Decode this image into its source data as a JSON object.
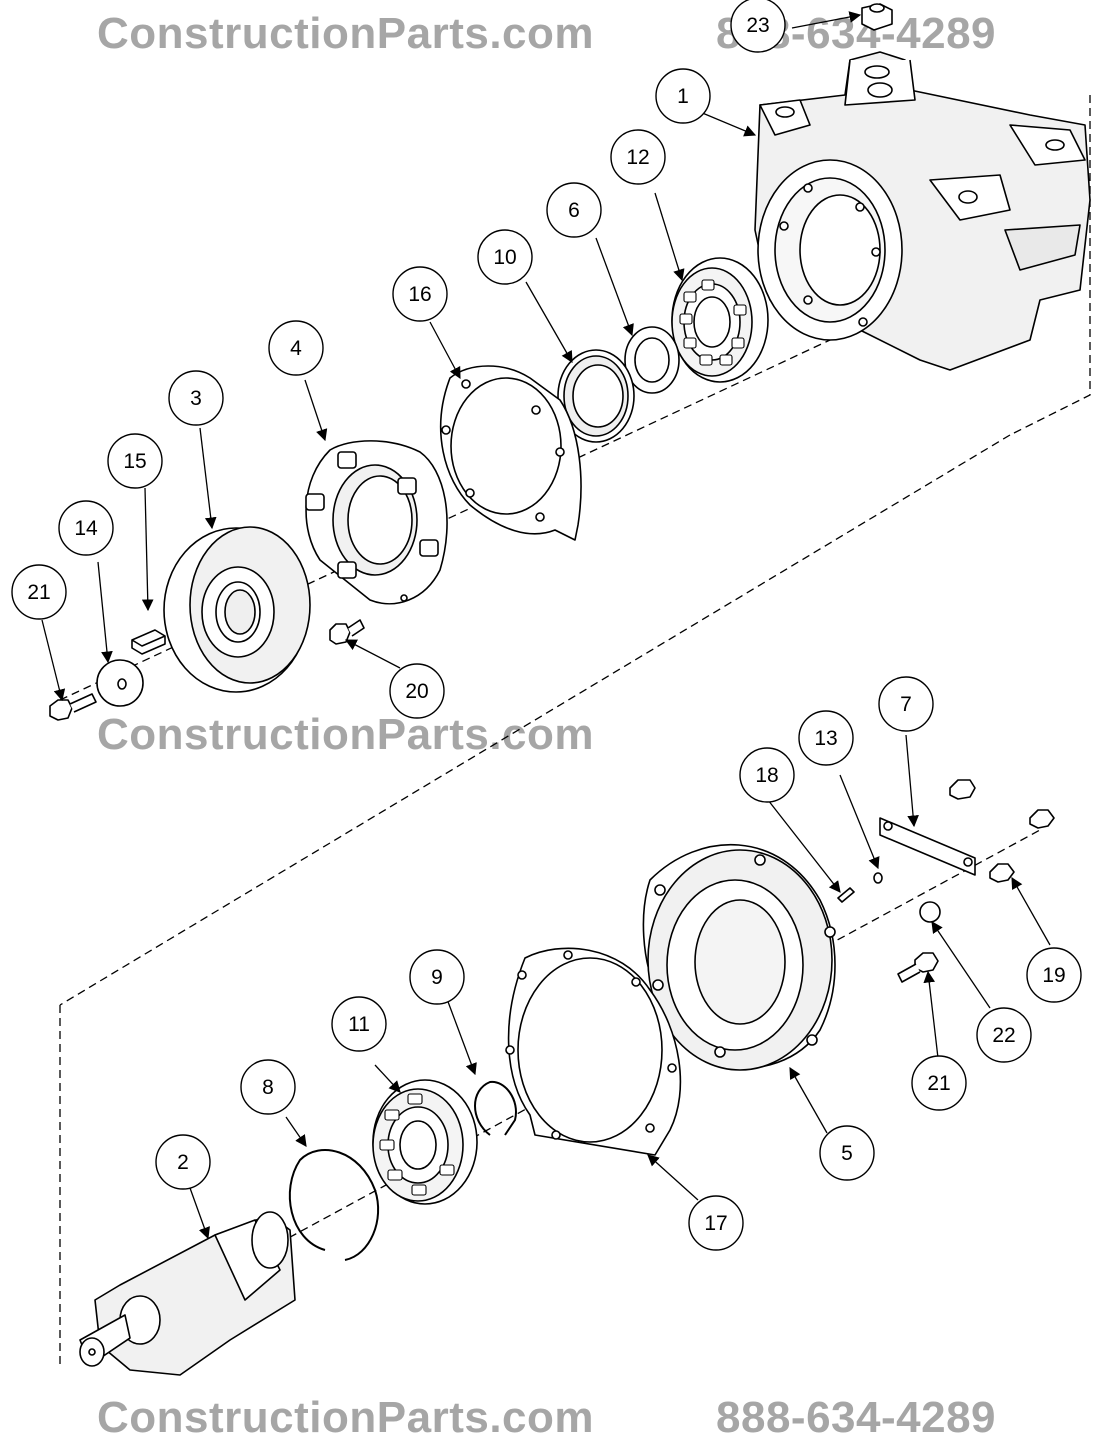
{
  "watermarks": {
    "site_top": "ConstructionParts.com",
    "phone_top": "888-634-4289",
    "site_middle": "ConstructionParts.com",
    "site_bottom": "ConstructionParts.com",
    "phone_bottom": "888-634-4289"
  },
  "callouts": [
    "1",
    "2",
    "3",
    "4",
    "5",
    "6",
    "7",
    "8",
    "9",
    "10",
    "11",
    "12",
    "13",
    "14",
    "15",
    "16",
    "17",
    "18",
    "19",
    "20",
    "21",
    "21",
    "22",
    "23"
  ],
  "colors": {
    "line": "#000000",
    "watermark": "#a6a6a6",
    "part_fill": "#ffffff",
    "part_shade": "#f1f1f1"
  }
}
